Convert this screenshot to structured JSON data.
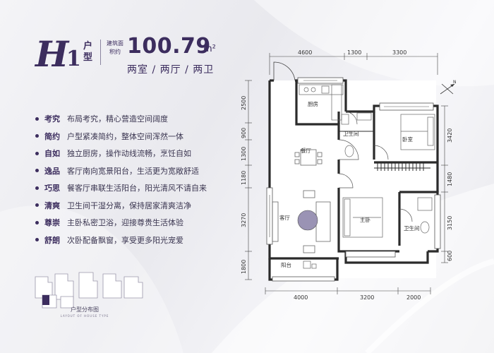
{
  "header": {
    "logo_letter": "H",
    "logo_number": "1",
    "house_type_label": "户型",
    "area_label": "建筑面积约",
    "area_value": "100.79",
    "area_unit": "m²",
    "layout_text": "两室 / 两厅 / 两卫"
  },
  "features": [
    {
      "key": "考究",
      "text": "布局考究，精心营造空间阔度"
    },
    {
      "key": "简约",
      "text": "户型紧凑简约，整体空间浑然一体"
    },
    {
      "key": "自如",
      "text": "独立厨房，操作动线流畅，烹饪自如"
    },
    {
      "key": "逸品",
      "text": "客厅南向宽景阳台，生活更为宽敞舒适"
    },
    {
      "key": "巧思",
      "text": "餐客厅串联生活阳台，阳光清风不请自来"
    },
    {
      "key": "清爽",
      "text": "卫生间干湿分离，保持居家清爽洁净"
    },
    {
      "key": "尊崇",
      "text": "主卧私密卫浴，迎接尊贵生活体验"
    },
    {
      "key": "舒朗",
      "text": "次卧配备飘窗，享受更多阳光宠爱"
    }
  ],
  "location_map": {
    "caption": "户型分布图",
    "caption_en": "LAYOUT OF HOUSE TYPE",
    "highlight_color": "#3c2d5e"
  },
  "floor_plan": {
    "rooms": {
      "kitchen": "厨房",
      "bath_top": "卫生间",
      "bedroom": "卧室",
      "dining": "餐厅",
      "living": "客厅",
      "master": "主卧",
      "bath_master": "卫生间",
      "balcony": "阳台"
    },
    "dims_top": [
      "4600",
      "1300",
      "3300"
    ],
    "dims_bottom": [
      "4000",
      "3200",
      "2000"
    ],
    "dims_left": [
      "2500",
      "900",
      "1300",
      "1180",
      "3270",
      "1800"
    ],
    "dims_right": [
      "3420",
      "1480",
      "3150",
      "600"
    ]
  },
  "compass": {
    "icon": "north-arrow-icon",
    "label": "N"
  }
}
